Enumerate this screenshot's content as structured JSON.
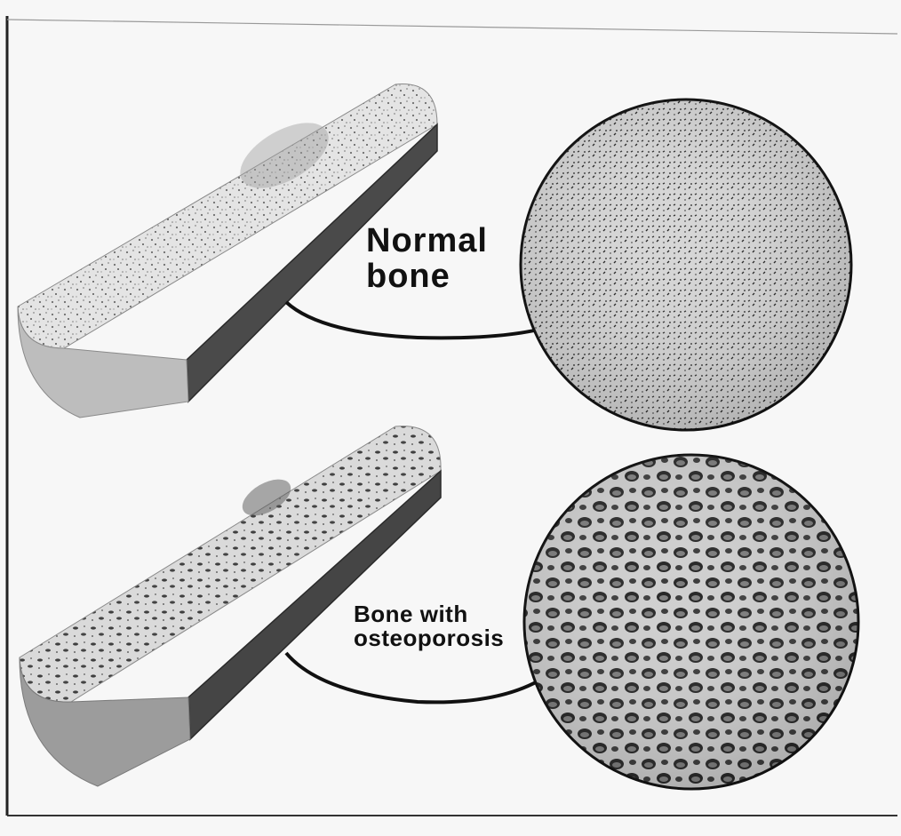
{
  "labels": {
    "normal_bone": [
      "Normal",
      "bone"
    ],
    "osteoporotic_bone": [
      "Bone with",
      "osteoporosis"
    ]
  },
  "colors": {
    "ink": "#111111",
    "bone_light": "#d9d9d9",
    "bone_mid": "#9a9a9a",
    "bone_dark": "#3a3a3a",
    "background": "#f7f7f7"
  }
}
